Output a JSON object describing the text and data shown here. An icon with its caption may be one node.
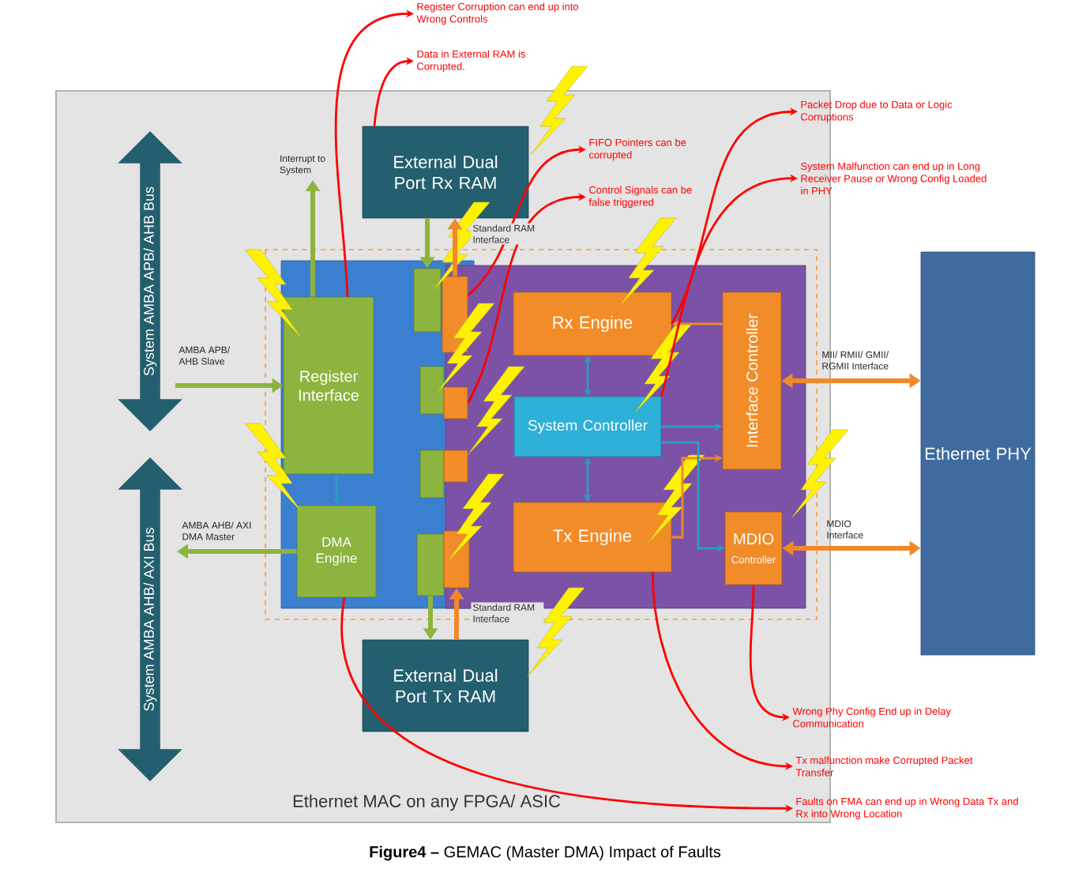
{
  "diagram": {
    "caption": "**Figure4 –** GEMAC (Master DMA) Impact of Faults",
    "nodes": [
      {
        "text": [
          "Ethernet MAC on any FPGA/ ASIC"
        ]
      },
      {
        "text": [
          "System AMBA APB/ AHB Bus"
        ],
        "in": 0
      },
      {
        "text": [
          "System AMBA AHB/ AXI Bus"
        ],
        "in": 0
      },
      {
        "text": [
          "External Dual Port Rx RAM"
        ],
        "in": 0
      },
      {
        "text": [
          "Register Interface"
        ],
        "in": 0
      },
      {
        "text": [
          "DMA Engine"
        ],
        "in": 0
      },
      {
        "text": [
          "Rx Engine"
        ],
        "in": 0
      },
      {
        "text": [
          "System Controller"
        ],
        "in": 0
      },
      {
        "text": [
          "Tx Engine"
        ],
        "in": 0
      },
      {
        "text": [
          "Interface Controller"
        ],
        "in": 0
      },
      {
        "text": [
          "MDIO",
          "Controller"
        ],
        "in": 0
      },
      {
        "text": [
          "External Dual Port Tx RAM"
        ],
        "in": 0
      },
      {
        "text": [
          "Ethernet PHY"
        ]
      },
      {
        "text": [
          "Register Corruption can end up into Wrong Controls"
        ]
      },
      {
        "text": [
          "Data in External RAM is Corrupted."
        ]
      },
      {
        "text": [
          "FIFO Pointers can be corrupted"
        ],
        "in": 0
      },
      {
        "text": [
          "Control Signals can be false triggered"
        ],
        "in": 0
      },
      {
        "text": [
          "Packet Drop due to Data or Logic Corruptions"
        ]
      },
      {
        "text": [
          "System Malfunction can end up in Long Receiver Pause or Wrong Config Loaded in PHY"
        ]
      },
      {
        "text": [
          "Wrong Phy Config End up in Delay Communication"
        ]
      },
      {
        "text": [
          "Tx malfunction make Corrupted Packet Transfer"
        ]
      },
      {
        "text": [
          "Faults on FMA can end up in Wrong Data Tx and Rx into Wrong Location"
        ]
      },
      {
        "text": [],
        "shape": "bar",
        "in": 0
      },
      {
        "text": [],
        "shape": "bar",
        "in": 0
      },
      {
        "text": [],
        "shape": "bar",
        "in": 0
      },
      {
        "text": [],
        "shape": "bar",
        "in": 0
      },
      {
        "text": [],
        "shape": "bar",
        "in": 0
      },
      {
        "text": [],
        "shape": "bar",
        "in": 0
      },
      {
        "text": [],
        "shape": "bar",
        "in": 0
      },
      {
        "text": [],
        "shape": "bar",
        "in": 0
      }
    ],
    "edges": [
      {
        "from": 1,
        "to": 4,
        "arrow": "to",
        "label": "AMBA APB/ AHB Slave",
        "style": "thick",
        "color": "#8db43e"
      },
      {
        "from": 5,
        "to": 2,
        "arrow": "to",
        "label": "AMBA AHB/ AXI DMA Master",
        "style": "thick",
        "color": "#8db43e"
      },
      {
        "from": 4,
        "to": null,
        "arrow": "to",
        "label": "Interrupt to System",
        "style": "thick",
        "color": "#8db43e"
      },
      {
        "from": 4,
        "to": 5,
        "arrow": "both",
        "color": "#2f9bc0"
      },
      {
        "from": 3,
        "to": 22,
        "arrow": "to",
        "style": "thick",
        "color": "#8db43e"
      },
      {
        "from": 26,
        "to": 3,
        "arrow": "to",
        "style": "thick",
        "color": "#f0892a"
      },
      {
        "from": 25,
        "to": 11,
        "arrow": "to",
        "style": "thick",
        "color": "#8db43e"
      },
      {
        "from": 11,
        "to": 29,
        "arrow": "to",
        "style": "thick",
        "color": "#f0892a"
      },
      {
        "from": 9,
        "to": 6,
        "arrow": "to",
        "color": "#f0892a"
      },
      {
        "from": 6,
        "to": 7,
        "arrow": "both",
        "color": "#2f9bc0"
      },
      {
        "from": 7,
        "to": 8,
        "arrow": "both",
        "color": "#2f9bc0"
      },
      {
        "from": 7,
        "to": 9,
        "arrow": "to",
        "color": "#2f9bc0"
      },
      {
        "from": 8,
        "to": 9,
        "arrow": "to",
        "color": "#f0892a"
      },
      {
        "from": 7,
        "to": 10,
        "arrow": "to",
        "color": "#2f9bc0"
      },
      {
        "from": 9,
        "to": 12,
        "arrow": "both",
        "label": "MII/ RMII/ GMII/ RGMII Interface",
        "style": "thick",
        "color": "#f0892a"
      },
      {
        "from": 10,
        "to": 12,
        "arrow": "both",
        "label": "MDIO Interface",
        "style": "thick",
        "color": "#f0892a"
      },
      {
        "from": 4,
        "to": 13,
        "arrow": "to",
        "color": "#ff0000"
      },
      {
        "from": 3,
        "to": 14,
        "arrow": "to",
        "color": "#ff0000"
      },
      {
        "from": 26,
        "to": 15,
        "arrow": "to",
        "color": "#ff0000"
      },
      {
        "from": 27,
        "to": 16,
        "arrow": "to",
        "color": "#ff0000"
      },
      {
        "from": 6,
        "to": 17,
        "arrow": "to",
        "color": "#ff0000"
      },
      {
        "from": 7,
        "to": 18,
        "arrow": "to",
        "color": "#ff0000"
      },
      {
        "from": 10,
        "to": 19,
        "arrow": "to",
        "color": "#ff0000"
      },
      {
        "from": 8,
        "to": 20,
        "arrow": "to",
        "color": "#ff0000"
      },
      {
        "from": 5,
        "to": 21,
        "arrow": "to",
        "color": "#ff0000"
      }
    ],
    "labels": [
      "Standard RAM Interface",
      "Standard RAM Interface"
    ]
  }
}
